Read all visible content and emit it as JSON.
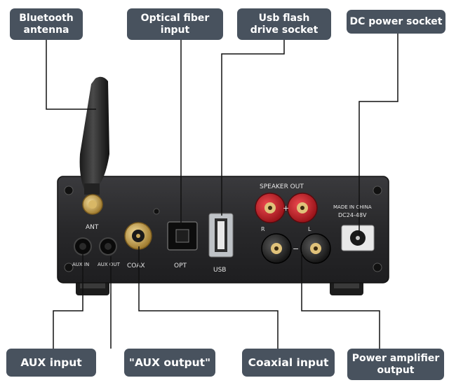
{
  "callouts": {
    "bluetooth_antenna": "Bluetooth\nantenna",
    "optical_fiber_input": "Optical fiber\ninput",
    "usb_flash_drive_socket": "Usb flash\ndrive socket",
    "dc_power_socket": "DC power socket",
    "aux_input": "AUX input",
    "aux_output": "\"AUX output\"",
    "coaxial_input": "Coaxial input",
    "power_amplifier_output": "Power amplifier\noutput"
  },
  "panel_labels": {
    "ant": "ANT",
    "coax": "COAX",
    "opt": "OPT",
    "usb": "USB",
    "aux_in": "AUX IN",
    "aux_out": "AUX OUT",
    "speaker_out": "SPEAKER OUT",
    "made_in": "MADE IN CHINA",
    "dc_rating": "DC24-48V",
    "plus": "+",
    "minus": "−",
    "right": "R",
    "left": "L"
  },
  "colors": {
    "callout_bg": "#48525e",
    "chassis": "#2c2c2e",
    "speaker_red": "#c8202a",
    "gold": "#c9a85a"
  }
}
